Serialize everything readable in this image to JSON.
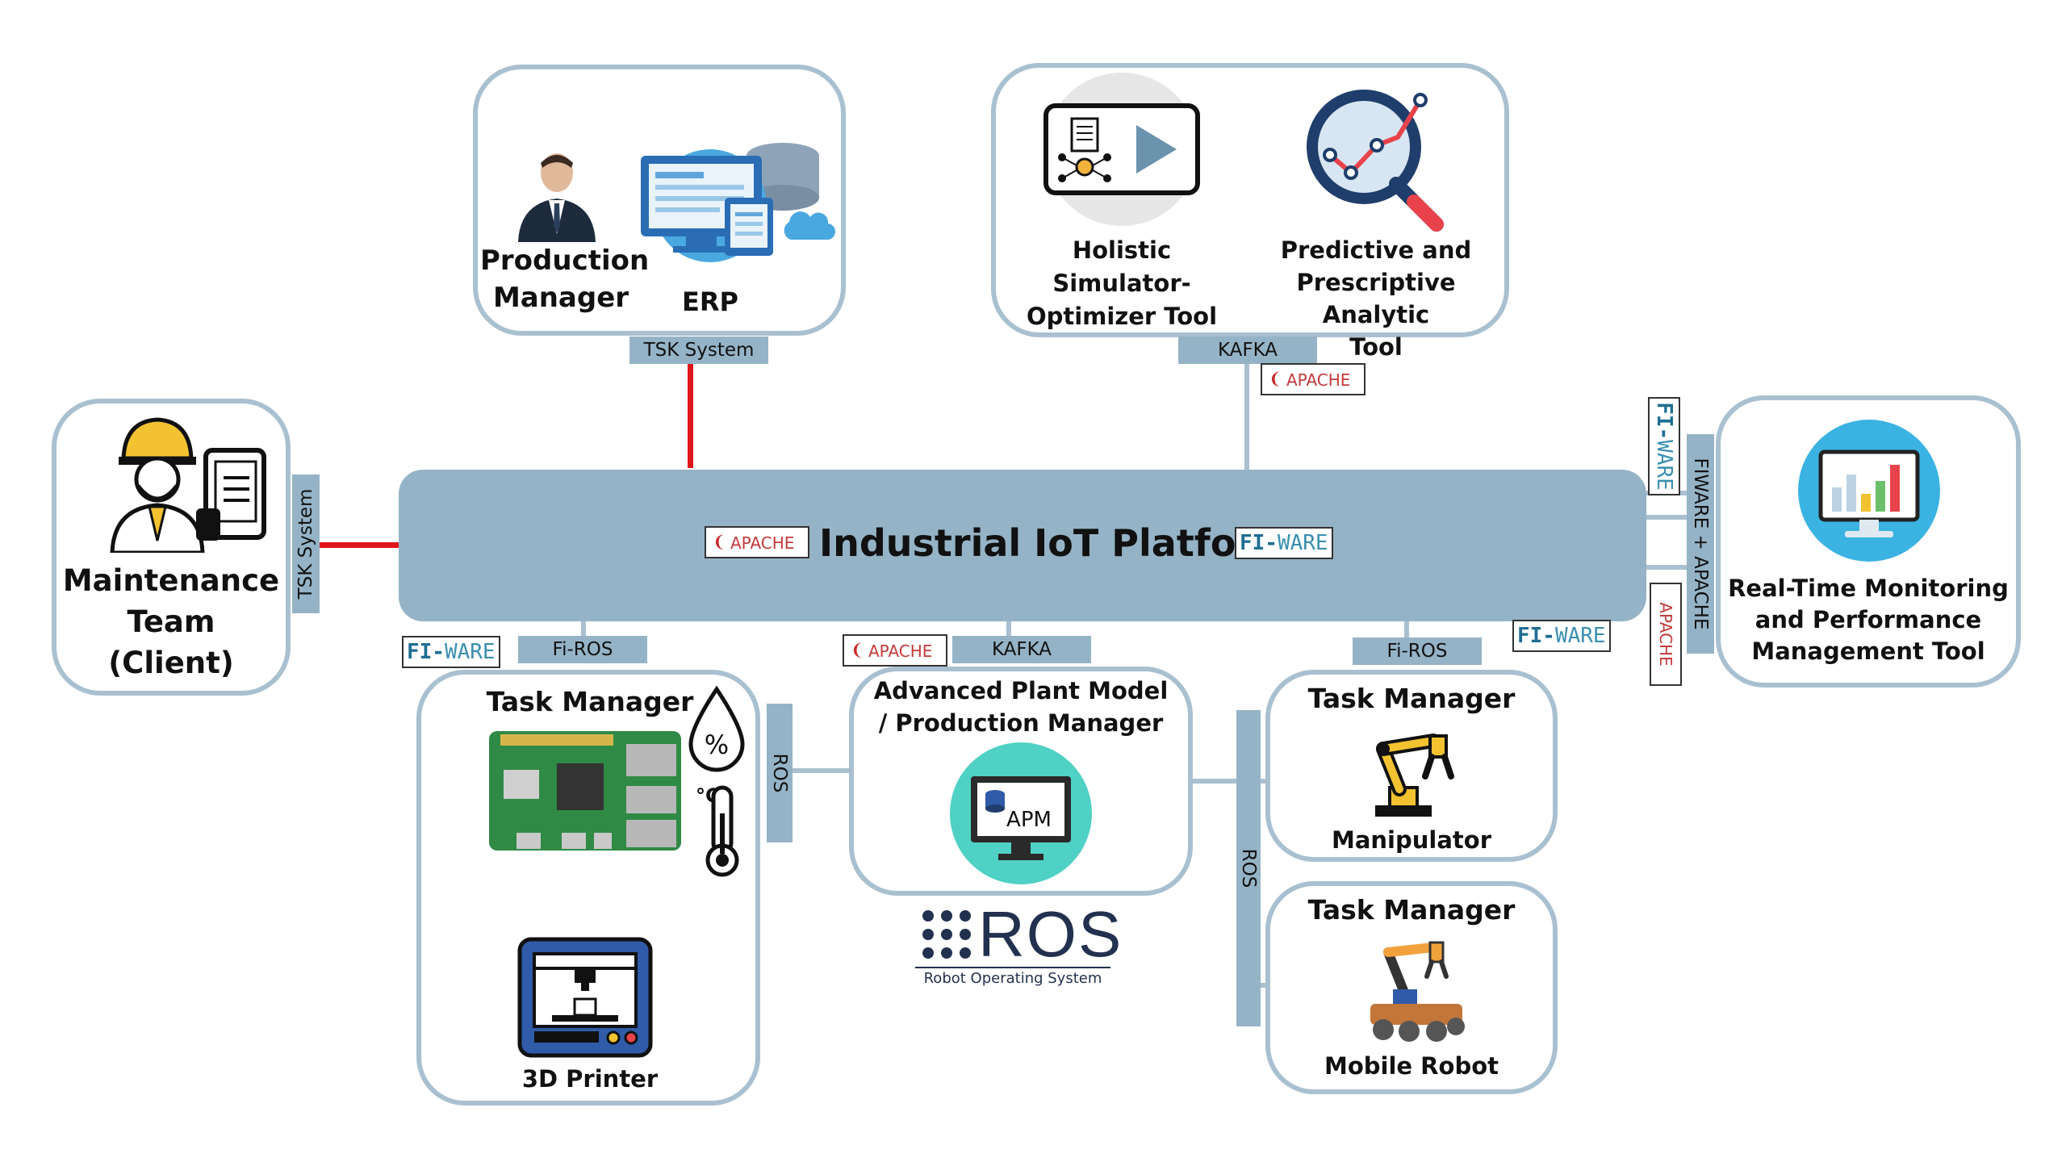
{
  "platform": {
    "title": "Industrial IoT Platform"
  },
  "production": {
    "person_label": "Production\nManager",
    "erp_label": "ERP",
    "connector": "TSK System"
  },
  "analytics": {
    "simulator_label": "Holistic Simulator-\nOptimizer Tool",
    "predictive_label": "Predictive and\nPrescriptive Analytic\nTool",
    "connector": "KAFKA"
  },
  "maintenance": {
    "label": "Maintenance\nTeam\n(Client)",
    "connector": "TSK System"
  },
  "monitoring": {
    "label": "Real-Time Monitoring\nand Performance\nManagement Tool",
    "connector": "FIWARE + APACHE",
    "chart_icon": "bar-chart-monitor-icon"
  },
  "task_left": {
    "title": "Task Manager",
    "printer_label": "3D Printer",
    "connector": "Fi-ROS",
    "side_connector": "ROS"
  },
  "apm": {
    "title": "Advanced Plant Model\n/ Production Manager",
    "icon_text": "APM",
    "connector": "KAFKA"
  },
  "ros": {
    "brand": "ROS",
    "tagline": "Robot Operating System",
    "side_connector": "ROS"
  },
  "task_right_top": {
    "title": "Task Manager",
    "label": "Manipulator",
    "connector": "Fi-ROS"
  },
  "task_right_bottom": {
    "title": "Task Manager",
    "label": "Mobile Robot"
  },
  "logos": {
    "apache": "APACHE",
    "fiware_prefix": "FI-",
    "fiware_suffix": "WARE"
  },
  "sensors": {
    "humidity_symbol": "%",
    "temperature_symbol": "°C"
  },
  "colors": {
    "box_border": "#a9c0d0",
    "platform_fill": "#95b3c6",
    "red_link": "#e0151b",
    "apm_teal": "#4fd1c5"
  }
}
